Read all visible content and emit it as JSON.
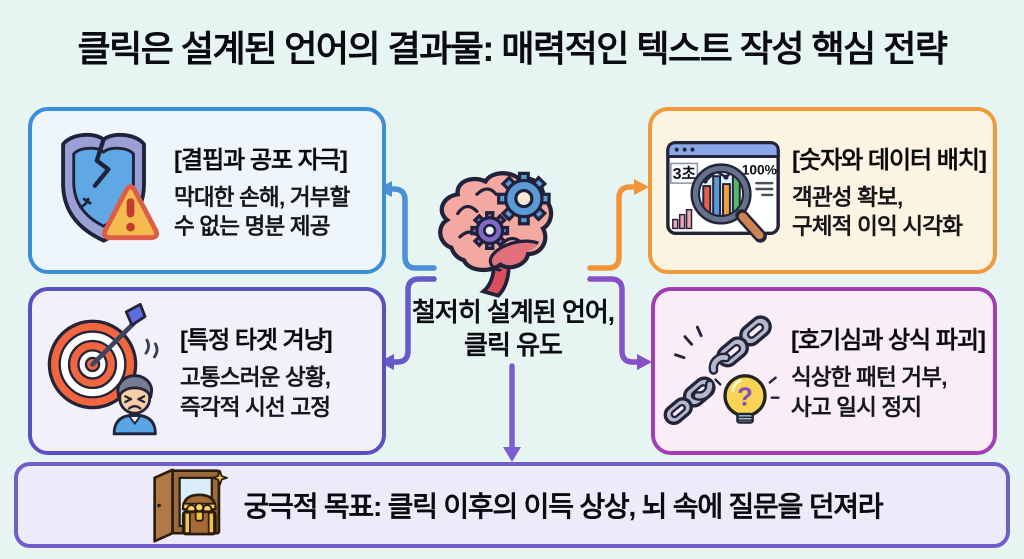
{
  "page": {
    "title": "클릭은 설계된 언어의 결과물: 매력적인 텍스트 작성 핵심 전략",
    "background_color": "#e6f5f2"
  },
  "center": {
    "icon": "brain-gears-icon",
    "line1": "철저히 설계된 언어,",
    "line2": "클릭 유도"
  },
  "cards": [
    {
      "id": "fear",
      "heading": "[결핍과 공포 자극]",
      "body_line1": "막대한 손해, 거부할",
      "body_line2": "수 없는 명분 제공",
      "icon": "broken-shield-warning-icon",
      "border_color": "#3d8ed8",
      "background_color": "#eef6fc",
      "arrow_color": "#4a8fd8"
    },
    {
      "id": "numbers",
      "heading": "[숫자와 데이터 배치]",
      "body_line1": "객관성 확보,",
      "body_line2": "구체적 이익 시각화",
      "icon": "chart-magnifier-icon",
      "labels": {
        "seconds": "3초",
        "percent": "100%"
      },
      "border_color": "#f09a3e",
      "background_color": "#fdf3e2",
      "arrow_color": "#f2953a"
    },
    {
      "id": "targeting",
      "heading": "[특정 타겟 겨냥]",
      "body_line1": "고통스러운 상황,",
      "body_line2": "즉각적 시선 고정",
      "icon": "target-arrow-person-icon",
      "border_color": "#5a50c4",
      "background_color": "#f2f0fa",
      "arrow_color": "#6659c8"
    },
    {
      "id": "curiosity",
      "heading": "[호기심과 상식 파괴]",
      "body_line1": "식상한 패턴 거부,",
      "body_line2": "사고 일시 정지",
      "icon": "broken-chain-bulb-icon",
      "labels": {
        "question": "?"
      },
      "border_color": "#a43cb4",
      "background_color": "#f9eef8",
      "arrow_color": "#8651c6"
    }
  ],
  "goal": {
    "icon": "open-door-treasure-icon",
    "text": "궁극적 목표: 클릭 이후의 이득 상상, 뇌 속에 질문을 던져라",
    "border_color": "#6f5ecb",
    "background_color": "#edeafa",
    "arrow_color": "#7a5ed0"
  }
}
